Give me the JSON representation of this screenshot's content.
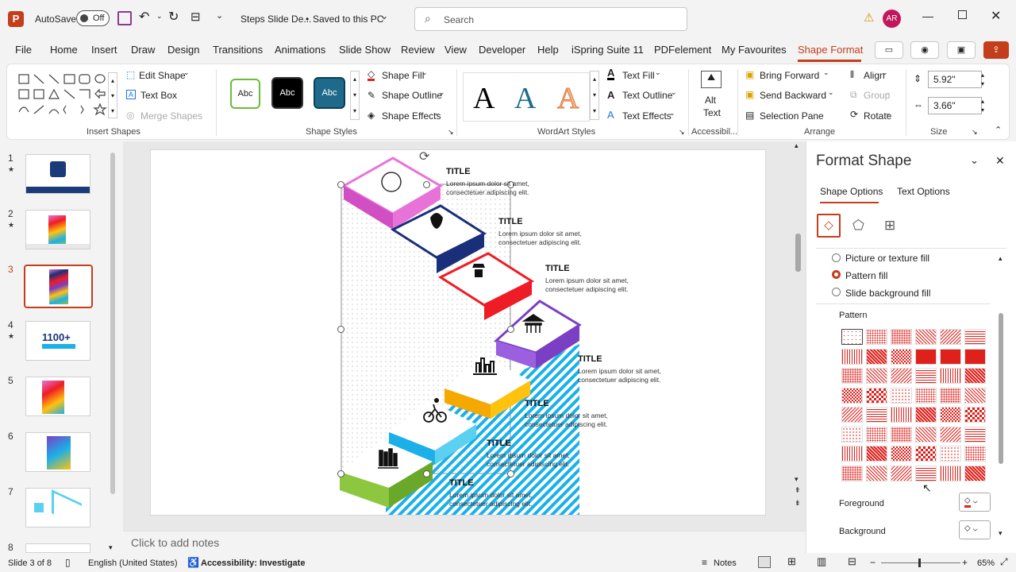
{
  "titlebar": {
    "autosave_label": "AutoSave",
    "autosave_state": "Off",
    "doc_title": "Steps Slide De...",
    "save_status": "Saved to this PC",
    "search_placeholder": "Search",
    "avatar_initials": "AR"
  },
  "tabs": [
    "File",
    "Home",
    "Insert",
    "Draw",
    "Design",
    "Transitions",
    "Animations",
    "Slide Show",
    "Review",
    "View",
    "Developer",
    "Help",
    "iSpring Suite 11",
    "PDFelement",
    "My Favourites",
    "Shape Format"
  ],
  "ribbon": {
    "edit_shape": "Edit Shape",
    "text_box": "Text Box",
    "merge_shapes": "Merge Shapes",
    "insert_shapes_group": "Insert Shapes",
    "style_swatch": "Abc",
    "shape_fill": "Shape Fill",
    "shape_outline": "Shape Outline",
    "shape_effects": "Shape Effects",
    "shape_styles_group": "Shape Styles",
    "wordart_letter": "A",
    "text_fill": "Text Fill",
    "text_outline": "Text Outline",
    "text_effects": "Text Effects",
    "wordart_group": "WordArt Styles",
    "alt_text_1": "Alt",
    "alt_text_2": "Text",
    "accessibility_group": "Accessibil...",
    "bring_forward": "Bring Forward",
    "send_backward": "Send Backward",
    "selection_pane": "Selection Pane",
    "align": "Align",
    "group": "Group",
    "rotate": "Rotate",
    "arrange_group": "Arrange",
    "height": "5.92\"",
    "width": "3.66\"",
    "size_group": "Size"
  },
  "slides": [
    "1",
    "2",
    "3",
    "4",
    "5",
    "6",
    "7",
    "8"
  ],
  "thumb4_text": "1100+",
  "slide": {
    "title": "TITLE",
    "lorem1": "Lorem ipsum dolor sit amet,",
    "lorem2": "consectetuer adipiscing elit."
  },
  "notes_placeholder": "Click to add notes",
  "format_pane": {
    "title": "Format Shape",
    "tab_shape": "Shape Options",
    "tab_text": "Text Options",
    "opt_picture": "Picture or texture fill",
    "opt_pattern": "Pattern fill",
    "opt_slidebg": "Slide background fill",
    "pattern_label": "Pattern",
    "foreground": "Foreground",
    "background": "Background"
  },
  "status": {
    "slide_info": "Slide 3 of 8",
    "language": "English (United States)",
    "accessibility": "Accessibility: Investigate",
    "notes": "Notes",
    "zoom": "65%"
  },
  "colors": {
    "accent": "#c43e1c",
    "pattern_red": "#e0201b",
    "step_colors": [
      "#8dc63f",
      "#1bb0e8",
      "#ffc20e",
      "#7b3fc4",
      "#ee1c25",
      "#1a2f7a",
      "#e873d8"
    ]
  }
}
